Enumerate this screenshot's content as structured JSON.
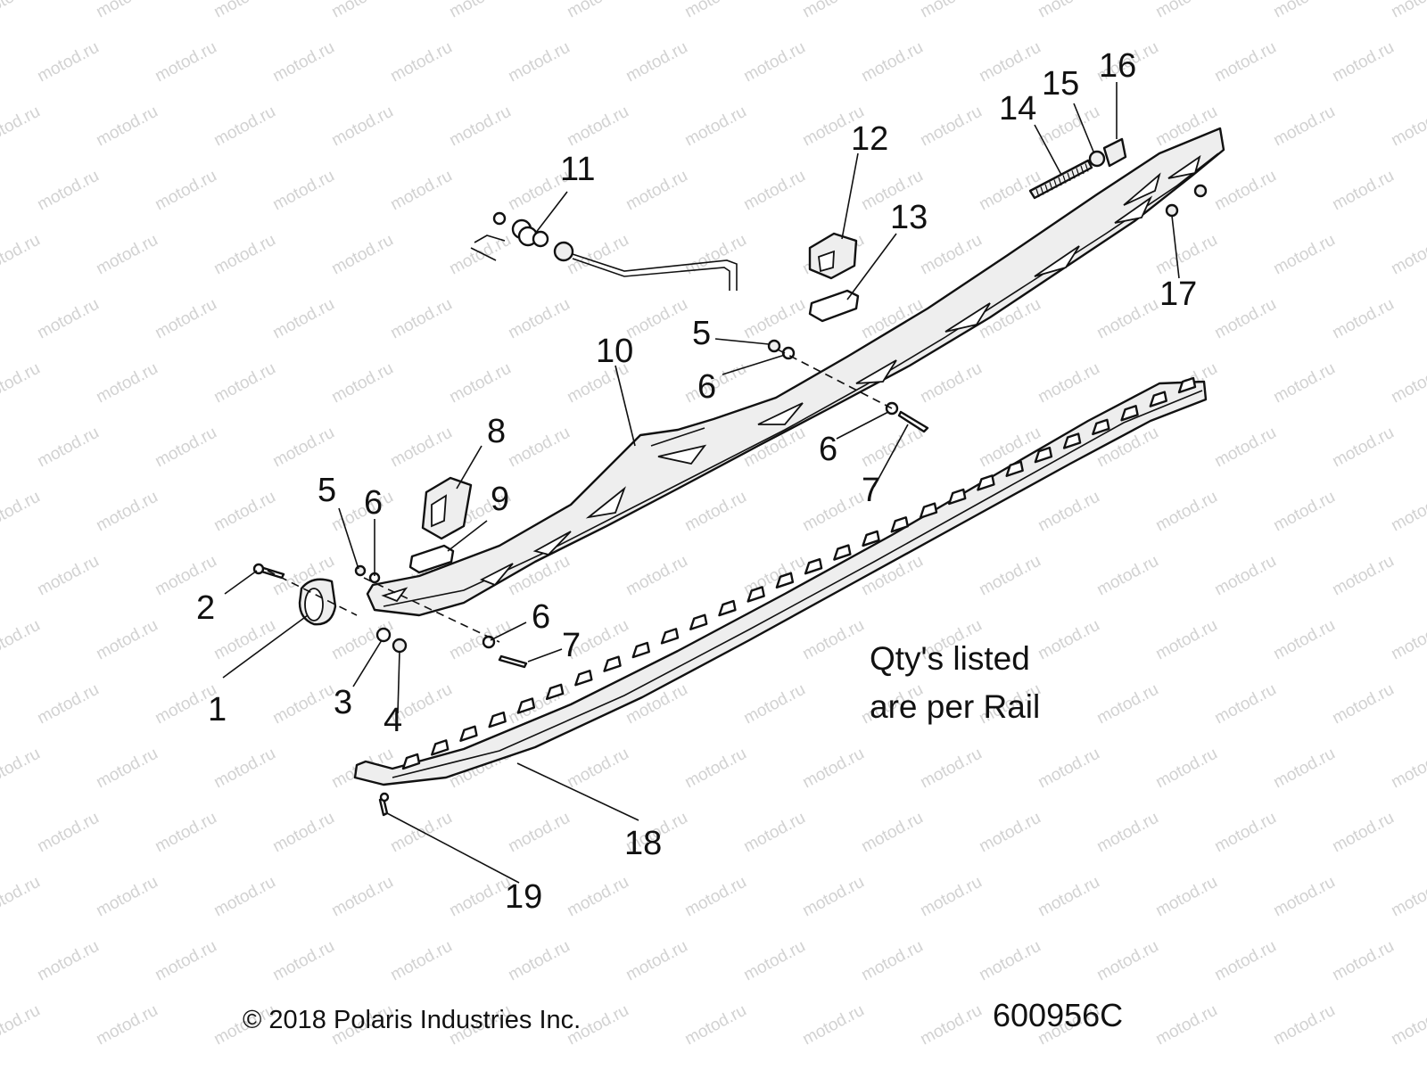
{
  "watermark": "motod.ru",
  "callouts": [
    "1",
    "2",
    "3",
    "4",
    "5",
    "6",
    "7",
    "8",
    "9",
    "10",
    "11",
    "12",
    "13",
    "14",
    "15",
    "16",
    "17",
    "18",
    "19"
  ],
  "note": {
    "line1": "Qty's listed",
    "line2": "are per Rail"
  },
  "copyright": "© 2018 Polaris Industries Inc.",
  "diagram_code": "600956C"
}
